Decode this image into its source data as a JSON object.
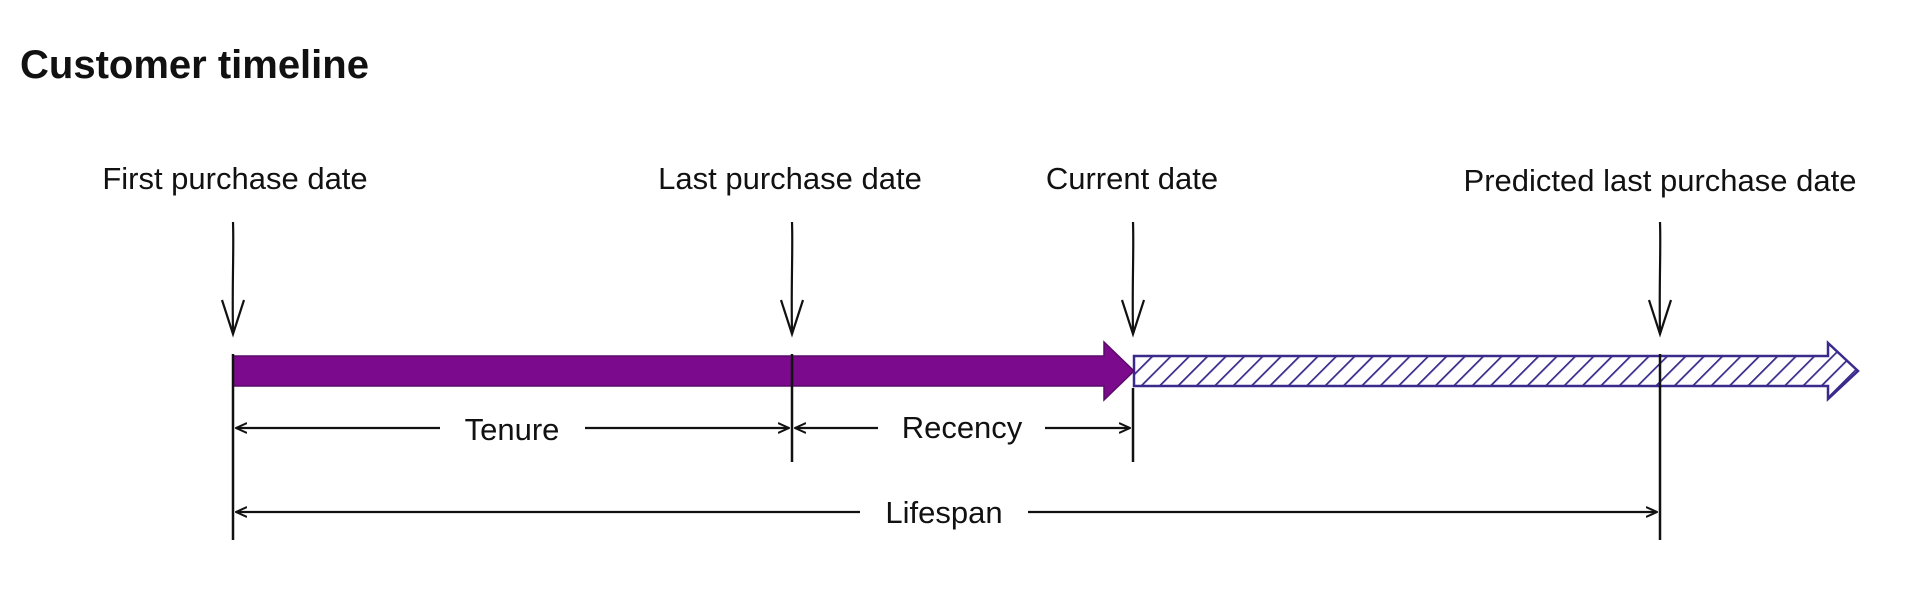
{
  "title": "Customer timeline",
  "events": {
    "first_purchase": "First purchase date",
    "last_purchase": "Last purchase date",
    "current": "Current date",
    "predicted_last_purchase": "Predicted last purchase date"
  },
  "spans": {
    "tenure": "Tenure",
    "recency": "Recency",
    "lifespan": "Lifespan"
  },
  "colors": {
    "actual_bar": "#7b0a8c",
    "predicted_bar_stroke": "#3a2a8c",
    "text": "#111111",
    "lines": "#111111"
  }
}
